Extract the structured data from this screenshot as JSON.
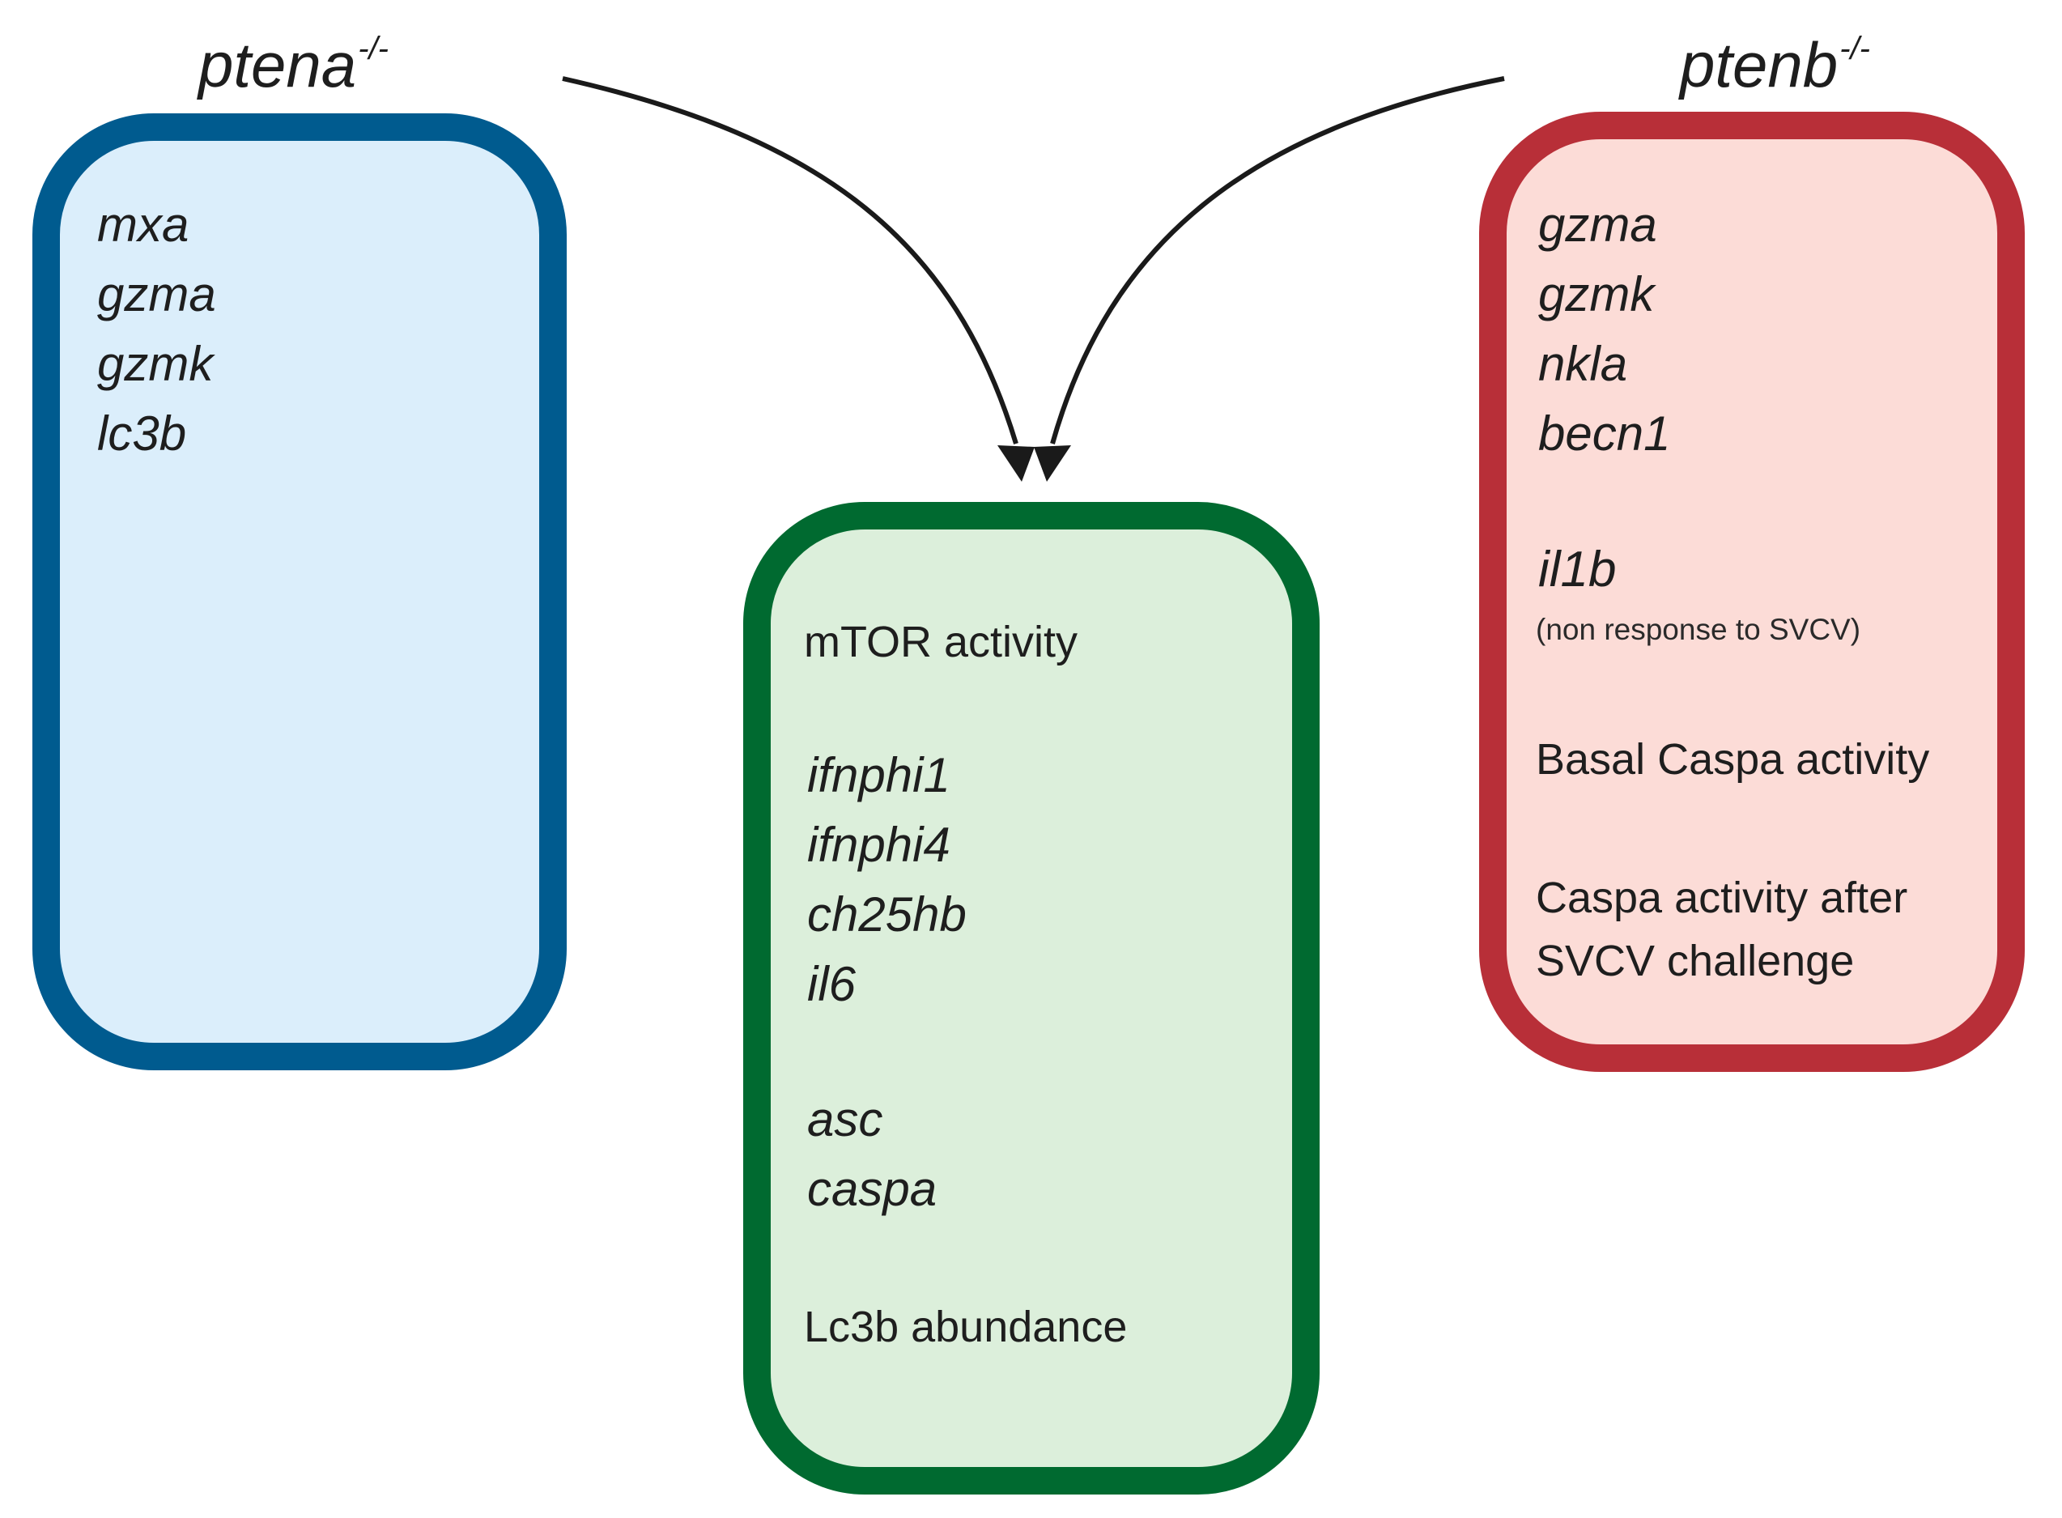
{
  "left_panel": {
    "title_gene": "ptena",
    "title_sup": "-/-",
    "genes": [
      "mxa",
      "gzma",
      "gzmk",
      "lc3b"
    ],
    "direction": "up"
  },
  "right_panel": {
    "title_gene": "ptenb",
    "title_sup": "-/-",
    "genes_down": [
      "gzma",
      "gzmk",
      "nkla",
      "becn1"
    ],
    "il1b_label": "il1b",
    "il1b_note": "(non response to SVCV)",
    "basal_caspa": "Basal Caspa activity",
    "caspa_after_line1": "Caspa activity after",
    "caspa_after_line2": "SVCV challenge"
  },
  "center_panel": {
    "mtor": "mTOR activity",
    "genes_down": [
      "ifnphi1",
      "ifnphi4",
      "ch25hb",
      "il6"
    ],
    "genes_up": [
      "asc",
      "caspa"
    ],
    "lc3b": "Lc3b abundance"
  },
  "colors": {
    "blue_border": "#005b8f",
    "blue_fill": "#dbeefb",
    "red_border": "#b82f38",
    "red_fill": "#fcdcd7",
    "green_border": "#006a30",
    "green_fill": "#dcefdb",
    "arrow": "#1a1a1a"
  }
}
